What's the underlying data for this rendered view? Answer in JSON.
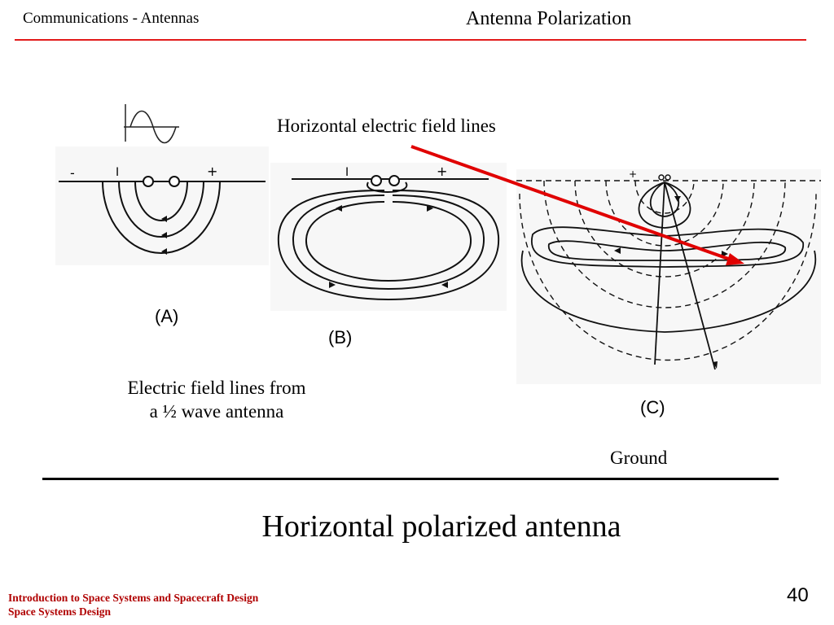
{
  "header": {
    "left": "Communications - Antennas",
    "right": "Antenna Polarization"
  },
  "figures": {
    "a": {
      "label": "(A)",
      "terminal_minus": "-",
      "terminal_plus": "+",
      "mark": "I"
    },
    "b": {
      "label": "(B)",
      "terminal_minus": "I",
      "terminal_plus": "+"
    },
    "c": {
      "label": "(C)"
    }
  },
  "callout": "Horizontal electric field lines",
  "caption": {
    "line1": "Electric field lines from",
    "line2": "a ½ wave antenna"
  },
  "ground_label": "Ground",
  "title": "Horizontal polarized antenna",
  "footer": {
    "line1": "Introduction to Space Systems and Spacecraft Design",
    "line2": "Space Systems Design"
  },
  "page_number": "40",
  "colors": {
    "accent": "#e21a1a",
    "footer_text": "#b00000",
    "arrow": "#e00000"
  }
}
